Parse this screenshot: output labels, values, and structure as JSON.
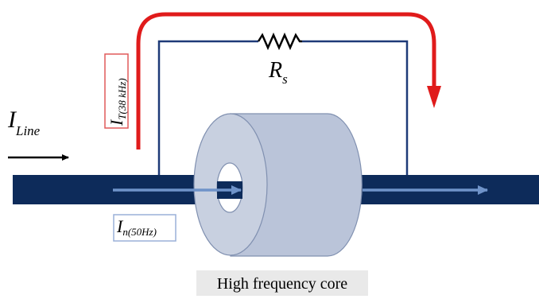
{
  "labels": {
    "i_line_main": "I",
    "i_line_sub": "Line",
    "r_s_main": "R",
    "r_s_sub": "s",
    "i_t_main": "I",
    "i_t_sub": "T(38 kHz)",
    "i_n_main": "I",
    "i_n_sub": "n(50Hz)",
    "caption": "High frequency core"
  },
  "colors": {
    "conductor": "#0d2b5a",
    "conductor_arrow": "#6f93c9",
    "core_face": "#c8d0e0",
    "core_side": "#bac4d9",
    "core_outline": "#8090b0",
    "circuit_wire": "#1e3a78",
    "red_arrow": "#e01b1b",
    "label_box_red": "#e05a5a",
    "label_box_blue": "#9ab0d8",
    "caption_bg": "#e9e9e9"
  },
  "icons": {
    "resistor": "resistor-zigzag-icon",
    "line_arrow": "arrow-right-icon",
    "loop_arrow": "curved-arrow-down-icon"
  }
}
